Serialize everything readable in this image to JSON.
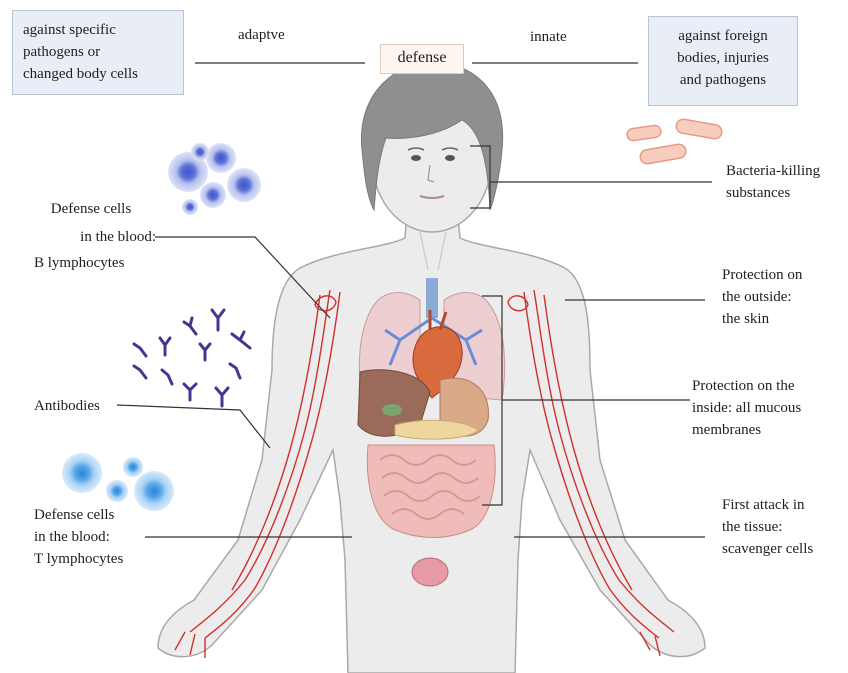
{
  "header": {
    "center_box": "defense",
    "left_branch": "adaptve",
    "right_branch": "innate",
    "left_box": [
      "against specific",
      "pathogens or",
      "changed body cells"
    ],
    "right_box": [
      "against foreign",
      "bodies, injuries",
      "and pathogens"
    ]
  },
  "labels": {
    "b_cells": [
      "Defense cells",
      "in the blood:",
      "B lymphocytes"
    ],
    "antibodies": "Antibodies",
    "t_cells": [
      "Defense cells",
      "in the blood:",
      "T lymphocytes"
    ],
    "bacteria_killing": [
      "Bacteria-killing",
      "substances"
    ],
    "outside": [
      "Protection on",
      "the outside:",
      "the skin"
    ],
    "inside": [
      "Protection on the",
      "inside: all mucous",
      "membranes"
    ],
    "first_attack": [
      "First attack in",
      "the tissue:",
      "scavenger cells"
    ]
  },
  "colors": {
    "box_fill": "#e9eef6",
    "skin": "#ececec",
    "body_outline": "#a9a9a9",
    "hair": "#8d8d8d",
    "blood_vessel": "#d0312d",
    "lymphocyte_b": "#6d7fd6",
    "lymphocyte_t": "#4a9fe0",
    "antibody": "#45358f",
    "bacteria": "#f0a894"
  }
}
